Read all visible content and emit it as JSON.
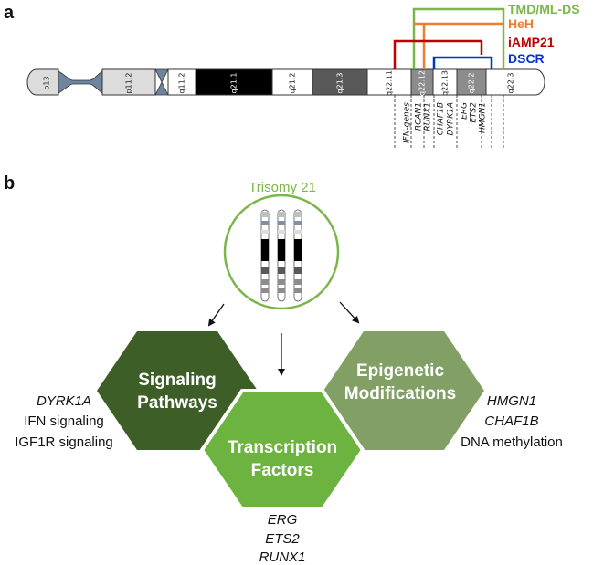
{
  "panel_a": {
    "letter": "a",
    "bands": [
      {
        "label": "p13"
      },
      {
        "label": "p11.2"
      },
      {
        "label": "q11.2"
      },
      {
        "label": "q21.1"
      },
      {
        "label": "q21.2"
      },
      {
        "label": "q21.3"
      },
      {
        "label": "q22.11"
      },
      {
        "label": "q22.12"
      },
      {
        "label": "q22.13"
      },
      {
        "label": "q22.2"
      },
      {
        "label": "q22.3"
      }
    ],
    "regions": [
      {
        "label": "TMD/ML-DS",
        "color": "#7ab648"
      },
      {
        "label": "HeH",
        "color": "#ed7d31"
      },
      {
        "label": "iAMP21",
        "color": "#c00000"
      },
      {
        "label": "DSCR",
        "color": "#0033cc"
      }
    ],
    "genes": [
      "IFN-genes",
      "RCAN1",
      "RUNX1",
      "CHAF1B",
      "DYRK1A",
      "ERG",
      "ETS2",
      "HMGN1"
    ]
  },
  "panel_b": {
    "letter": "b",
    "trisomy_label": "Trisomy 21",
    "hexagons": [
      {
        "line1": "Signaling",
        "line2": "Pathways",
        "color": "#3d5e27"
      },
      {
        "line1": "Transcription",
        "line2": "Factors",
        "color": "#6db33f"
      },
      {
        "line1": "Epigenetic",
        "line2": "Modifications",
        "color": "#82a066"
      }
    ],
    "left_items": [
      "DYRK1A",
      "IFN signaling",
      "IGF1R signaling"
    ],
    "right_items": [
      "HMGN1",
      "CHAF1B",
      "DNA methylation"
    ],
    "bottom_items": [
      "ERG",
      "ETS2",
      "RUNX1"
    ]
  }
}
